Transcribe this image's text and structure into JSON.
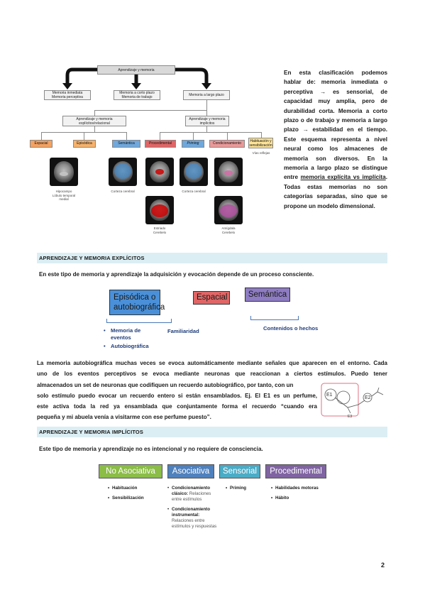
{
  "figure": {
    "top_box": "Aprendizaje y memoria",
    "level2": [
      "Memoria inmediata\nMemoria perceptiva",
      "Memoria a corto plazo\nMemoria de trabajo",
      "Memoria a largo plazo"
    ],
    "level3": [
      "Aprendizaje y memoria\nexplícitos/relacional",
      "Aprendizaje y memoria\nimplícitos"
    ],
    "categories": [
      {
        "label": "Espacial",
        "color": "#f4a261"
      },
      {
        "label": "Episódica",
        "color": "#f6b26b"
      },
      {
        "label": "Semántica",
        "color": "#6fa8dc"
      },
      {
        "label": "Procedimental",
        "color": "#e06666"
      },
      {
        "label": "Priming",
        "color": "#6fa8dc"
      },
      {
        "label": "Condicionamiento",
        "color": "#ea9999"
      },
      {
        "label": "Habituación y\nsensibilización",
        "color": "#ffe599"
      }
    ],
    "captions": {
      "hipocampo": "Hipocampo\nLóbulo temporal\nmedial",
      "corteza1": "Corteza cerebral",
      "corteza2": "Corteza cerebral",
      "vias": "Vías reflejas",
      "estriado": "Estriado\nCerebelo",
      "amigdala": "Amígdala\nCerebelo"
    }
  },
  "side_paragraph": {
    "part1": "En esta clasificación podemos hablar de: memoria inmediata o perceptiva → es sensorial, de capacidad muy amplia, pero de durabilidad corta. Memoria a corto plazo o de trabajo y memoria a largo plazo → estabilidad en el tiempo. Este esquema representa a nivel neural como los almacenes de memoria son diversos. En la memoria a largo plazo se distingue entre ",
    "underline1": "memoria explícita vs implícita",
    "part2": ". Todas estas memorias no son categorías separadas, sino que se propone un modelo dimensional."
  },
  "explicit": {
    "header": "APRENDIZAJE Y MEMORIA EXPLÍCITOS",
    "intro": "En este tipo de memoria y aprendizaje la adquisición y evocación depende de un proceso consciente.",
    "box_episodica": "Episódica o autobiográfica",
    "box_espacial": "Espacial",
    "box_semantica": "Semántica",
    "episodica_items": [
      "Memoria de eventos",
      "Autobiográfica"
    ],
    "familiaridad": "Familiaridad",
    "contenidos": "Contenidos o hechos",
    "paragraph_lines": [
      "La memoria autobiográfica muchas veces se evoca automáticamente mediante señales que aparecen en el entorno. Cada",
      "uno de los eventos perceptivos se evoca mediante neuronas que reaccionan a ciertos estímulos. Puedo tener",
      "almacenados un set de neuronas que codifiquen un recuerdo autobiográfico, por tanto, con un",
      "solo estímulo puedo evocar un recuerdo entero si están ensamblados. Ej. El E1 es un perfume,",
      "este activa toda la red ya ensamblada que conjuntamente forma el recuerdo “cuando era",
      "pequeña y mi abuela venía a visitarme con ese perfume puesto”."
    ],
    "sketch_labels": [
      "E1",
      "E2",
      "E3"
    ]
  },
  "implicit": {
    "header": "APRENDIZAJE Y MEMORIA IMPLÍCITOS",
    "intro": "Este tipo de memoria y aprendizaje no es intencional y no requiere de consciencia.",
    "boxes": [
      {
        "label": "No Asociativa",
        "color": "#8bbd47"
      },
      {
        "label": "Asociativa",
        "color": "#4f81bd"
      },
      {
        "label": "Sensorial",
        "color": "#4bacc6"
      },
      {
        "label": "Procedimental",
        "color": "#8064a2"
      }
    ],
    "no_asociativa": [
      "Habituación",
      "Sensibilización"
    ],
    "asociativa": [
      {
        "head": "Condicionamiento clásico:",
        "sub": "Relaciones entre estímulos"
      },
      {
        "head": "Condicionamiento instrumental:",
        "sub": "Relaciones entre estímulos y respuestas"
      }
    ],
    "sensorial": [
      "Priming"
    ],
    "procedimental": [
      "Habilidades motoras",
      "Hábito"
    ]
  },
  "page_number": "2"
}
